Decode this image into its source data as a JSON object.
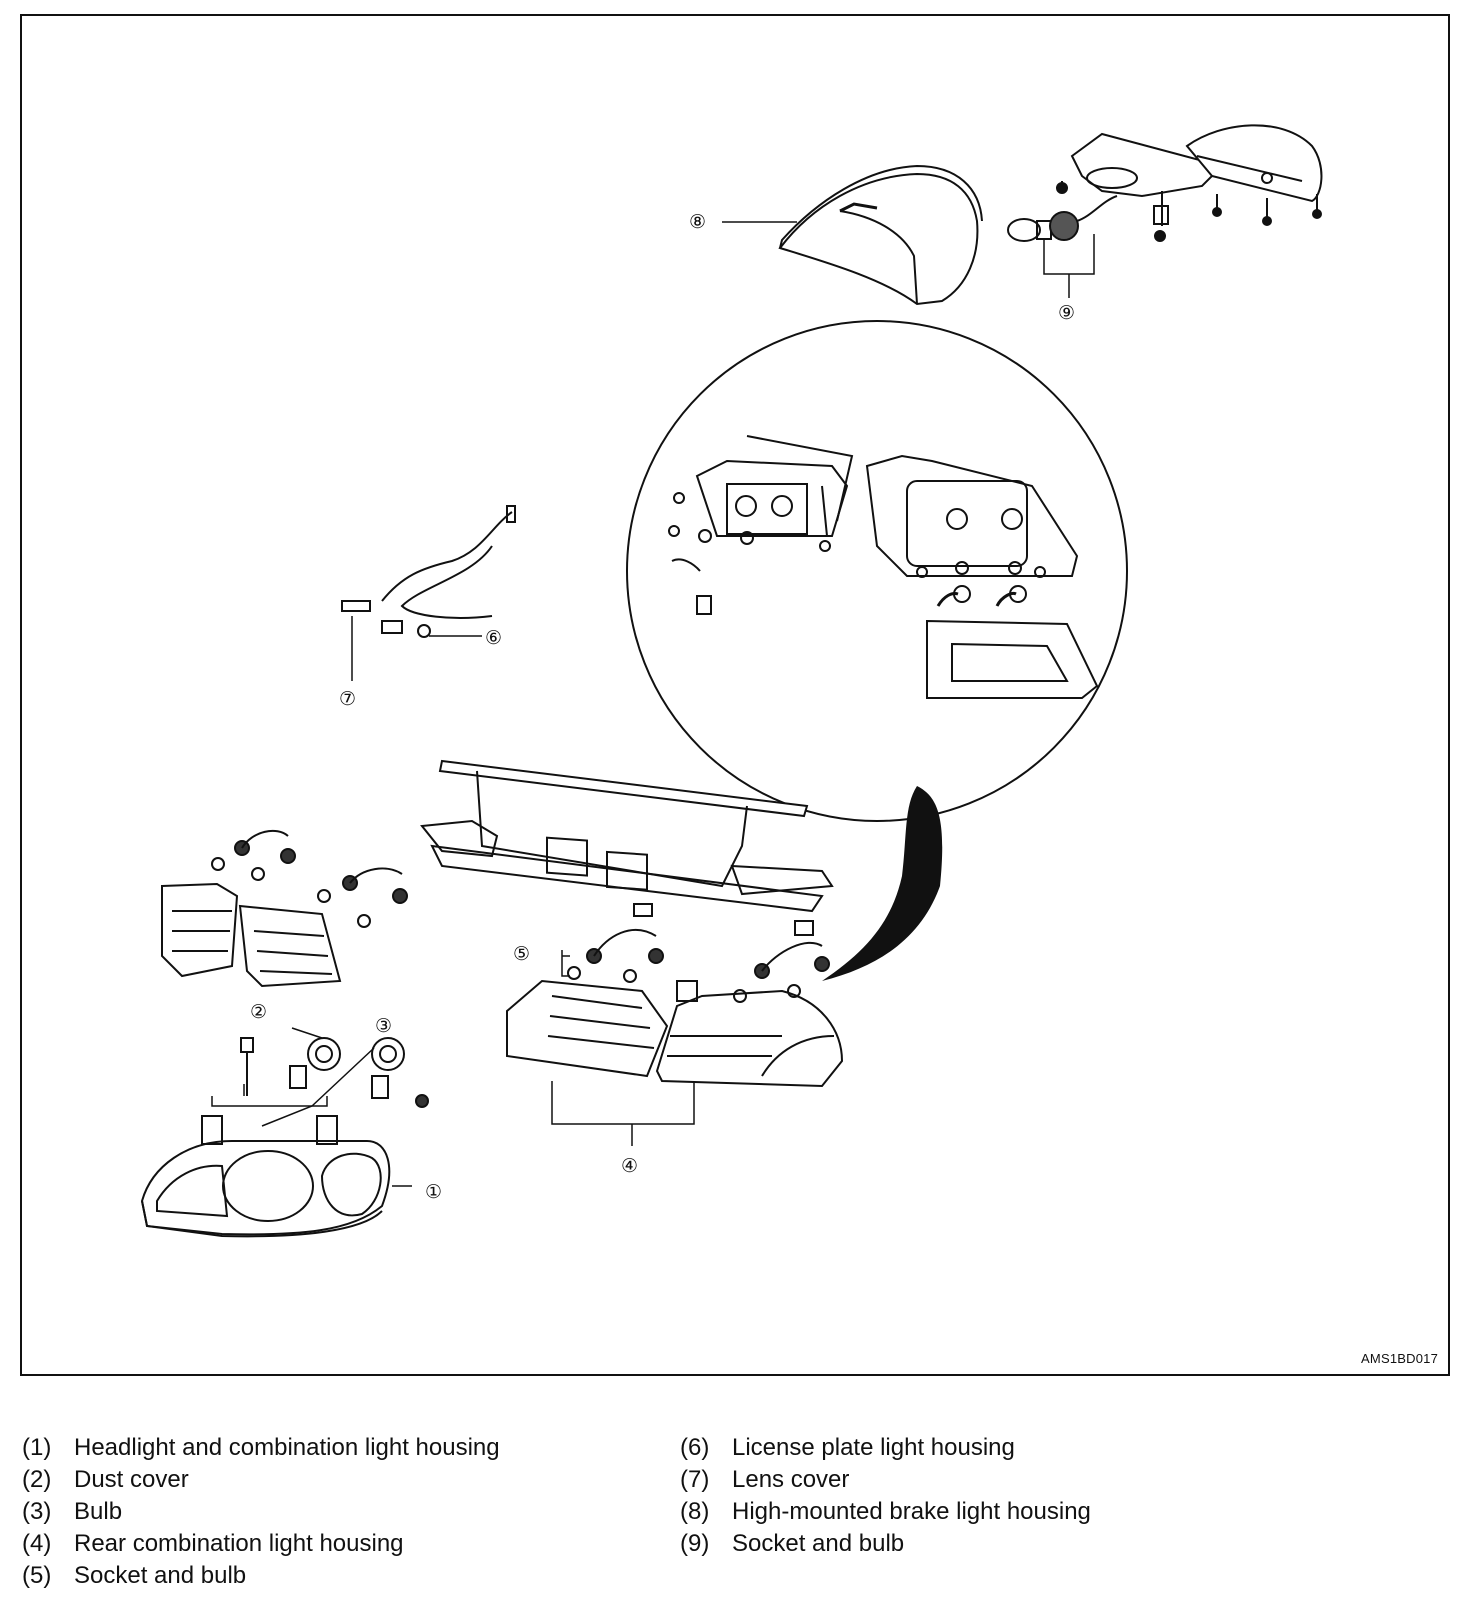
{
  "diagram": {
    "code": "AMS1BD017",
    "callouts": [
      {
        "id": "1",
        "glyph": "①"
      },
      {
        "id": "2",
        "glyph": "②"
      },
      {
        "id": "3",
        "glyph": "③"
      },
      {
        "id": "4",
        "glyph": "④"
      },
      {
        "id": "5",
        "glyph": "⑤"
      },
      {
        "id": "6",
        "glyph": "⑥"
      },
      {
        "id": "7",
        "glyph": "⑦"
      },
      {
        "id": "8",
        "glyph": "⑧"
      },
      {
        "id": "9",
        "glyph": "⑨"
      }
    ]
  },
  "legend": {
    "left": [
      {
        "num": "(1)",
        "text": "Headlight and combination light housing"
      },
      {
        "num": "(2)",
        "text": "Dust cover"
      },
      {
        "num": "(3)",
        "text": "Bulb"
      },
      {
        "num": "(4)",
        "text": "Rear combination light housing"
      },
      {
        "num": "(5)",
        "text": "Socket and bulb"
      }
    ],
    "right": [
      {
        "num": "(6)",
        "text": "License plate light housing"
      },
      {
        "num": "(7)",
        "text": "Lens cover"
      },
      {
        "num": "(8)",
        "text": "High-mounted brake light housing"
      },
      {
        "num": "(9)",
        "text": "Socket and bulb"
      }
    ]
  }
}
